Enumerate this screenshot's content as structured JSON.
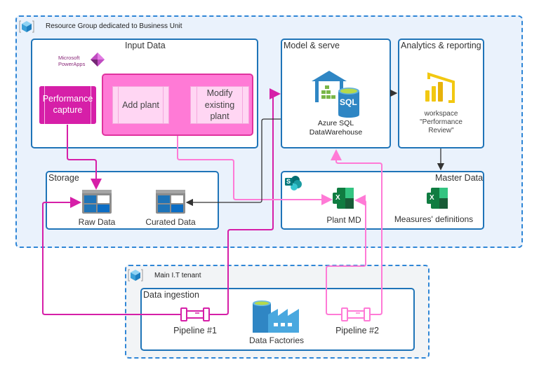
{
  "resource_group": {
    "title": "Resource Group dedicated to Business Unit",
    "icon": "resource-group-cube-icon"
  },
  "input_data": {
    "title": "Input Data",
    "powerapps_label_line1": "Microsoft",
    "powerapps_label_line2": "PowerApps",
    "performance_capture": "Performance capture",
    "add_plant": "Add plant",
    "modify_plant": "Modify existing plant"
  },
  "model_serve": {
    "title": "Model & serve",
    "dw_line1": "Azure SQL",
    "dw_line2": "DataWarehouse",
    "sql_badge": "SQL"
  },
  "analytics": {
    "title": "Analytics & reporting",
    "line1": "workspace",
    "line2": "\"Performance",
    "line3": "Review\""
  },
  "storage": {
    "title": "Storage",
    "raw": "Raw Data",
    "curated": "Curated Data"
  },
  "master_data": {
    "title": "Master Data",
    "plant_md": "Plant MD",
    "measures": "Measures' definitions",
    "excel_letter": "X",
    "sharepoint_letter": "S"
  },
  "tenant": {
    "title": "Main I.T tenant",
    "icon": "resource-group-cube-icon"
  },
  "ingestion": {
    "title": "Data ingestion",
    "pipeline1": "Pipeline #1",
    "pipeline2": "Pipeline #2",
    "factories": "Data Factories"
  },
  "colors": {
    "magenta": "#d61fa8",
    "pink": "#ff7ad6",
    "dark": "#333333",
    "blue": "#1f74b8"
  }
}
